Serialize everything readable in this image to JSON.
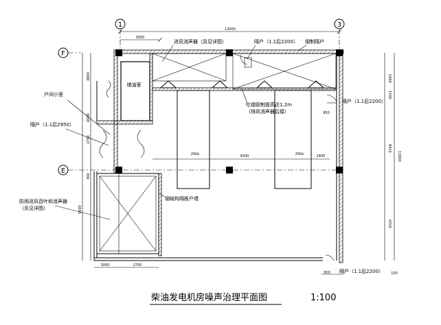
{
  "grid": {
    "col_1": "1",
    "col_3": "3",
    "row_f": "F",
    "row_e": "E"
  },
  "dims": {
    "overall_top": "13000",
    "top_left_seg": "3000",
    "right_upper": "2400",
    "right_a": "1500",
    "right_mid": "8410",
    "right_lower": "4320",
    "right_overall": "13000",
    "left_1": "4800",
    "left_2": "6000",
    "left_3": "2700",
    "left_4": "300",
    "left_5": "5000",
    "inner_4200": "4200",
    "inner_2400": "2400",
    "bottom_1": "3000",
    "bottom_2": "2700",
    "side_950_a": "950",
    "side_950_b": "950",
    "side_150": "150",
    "gen_1": "20kb",
    "gen_2": "20kb"
  },
  "labels": {
    "top_intake": "进风消声器（另见详图）",
    "top_door": "隔户（1.1后2200）",
    "top_sound_door": "钢制隔户",
    "storage": "储油室",
    "entry_door": "户间小室",
    "left_door": "隔户（1.1后2950）",
    "right_door": "隔户（1.1后2200）",
    "exhaust": "吐烟管制盘高达1.2m",
    "exhaust2": "（排风消声器后接）",
    "wall_note": "钢结构隔板户墙",
    "left_note_1": "防雨进风百叶和消声器",
    "left_note_2": "（另见详图）",
    "bottom_door": "隔户（1.1后2200）"
  },
  "title": {
    "text": "柴油发电机房噪声治理平面图",
    "scale": "1:100"
  }
}
